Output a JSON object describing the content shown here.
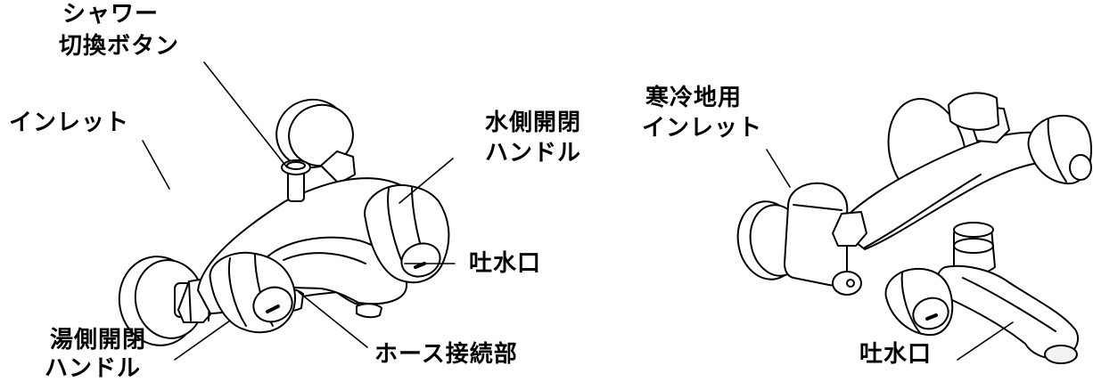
{
  "left_faucet": {
    "labels": {
      "shower_switch": [
        "シャワー",
        "切換ボタン"
      ],
      "inlet": "インレット",
      "cold_handle": [
        "水側開閉",
        "ハンドル"
      ],
      "spout": "吐水口",
      "hot_handle": [
        "湯側開閉",
        "ハンドル"
      ],
      "hose_connection": "ホース接続部"
    }
  },
  "right_faucet": {
    "labels": {
      "cold_region_inlet": [
        "寒冷地用",
        "インレット"
      ],
      "spout": "吐水口"
    }
  },
  "style": {
    "line_color": "#000000",
    "background": "#ffffff",
    "shade": "#f2f2f2"
  }
}
